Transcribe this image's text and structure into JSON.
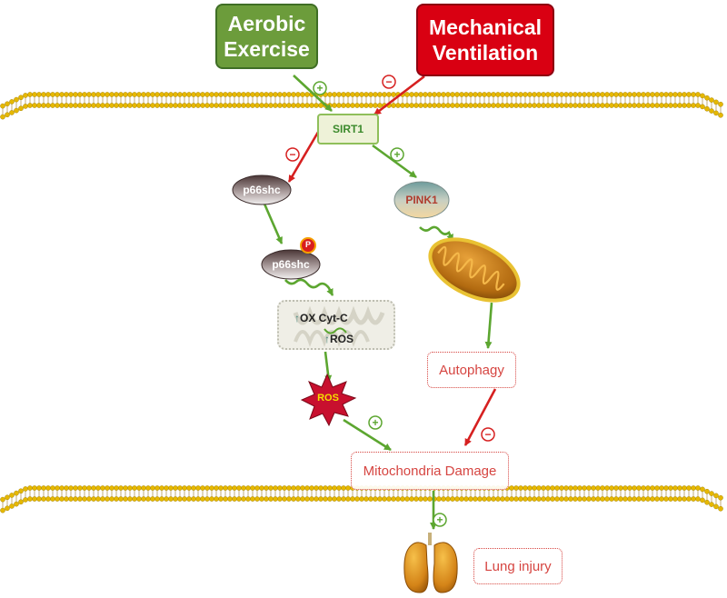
{
  "nodes": {
    "aerobic": "Aerobic\nExercise",
    "mechanical": "Mechanical\nVentilation",
    "sirt1": "SIRT1",
    "p66shc": "p66shc",
    "p66shc_p": "p66shc",
    "phospho": "P",
    "pink1": "PINK1",
    "ox_cytc": "OX Cyt-C",
    "ros_small": "ROS",
    "ros_star": "ROS",
    "autophagy": "Autophagy",
    "damage": "Mitochondria Damage",
    "lung": "Lung injury"
  },
  "signs": {
    "plus": "+",
    "minus": "−"
  },
  "colors": {
    "aerobic_fill": "#6c9c3b",
    "ventilation_fill": "#d90012",
    "activate_arrow": "#5ca630",
    "inhibit_arrow": "#d62020",
    "membrane": "#e6b800",
    "label_red": "#d64541"
  }
}
